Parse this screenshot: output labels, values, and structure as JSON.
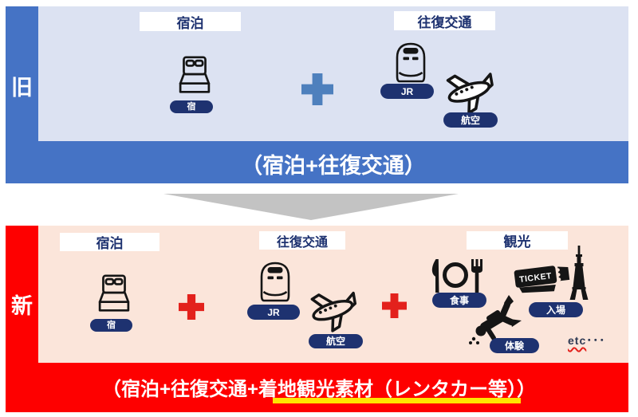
{
  "colors": {
    "old_blue": "#4573C5",
    "old_fill": "#DCE2F2",
    "plus_blue": "#4E80BD",
    "new_red": "#FE0000",
    "new_fill": "#FBE5DA",
    "plus_red": "#E3211C",
    "pill_navy": "#1E3270",
    "arrow_gray": "#C3C3C3",
    "highlight_yellow": "#FFE500"
  },
  "old_section": {
    "side_label": "旧",
    "lodging": {
      "title": "宿泊",
      "items": [
        {
          "icon": "bed-icon",
          "label": "宿"
        }
      ]
    },
    "transport": {
      "title": "往復交通",
      "items": [
        {
          "icon": "shinkansen-icon",
          "label": "JR"
        },
        {
          "icon": "airplane-icon",
          "label": "航空"
        }
      ]
    },
    "summary": "（宿泊+往復交通）"
  },
  "new_section": {
    "side_label": "新",
    "lodging": {
      "title": "宿泊",
      "items": [
        {
          "icon": "bed-icon",
          "label": "宿"
        }
      ]
    },
    "transport": {
      "title": "往復交通",
      "items": [
        {
          "icon": "shinkansen-icon",
          "label": "JR"
        },
        {
          "icon": "airplane-icon",
          "label": "航空"
        }
      ]
    },
    "sightseeing": {
      "title": "観光",
      "items": [
        {
          "icon": "dining-icon",
          "label": "食事"
        },
        {
          "icon": "ticket-icon",
          "label": "入場"
        },
        {
          "icon": "diver-icon",
          "label": "体験"
        }
      ],
      "ticket_text": "TICKET",
      "etc_label": "etc",
      "etc_dots": "･･･"
    },
    "summary": "（宿泊+往復交通+着地観光素材（レンタカー等））"
  }
}
